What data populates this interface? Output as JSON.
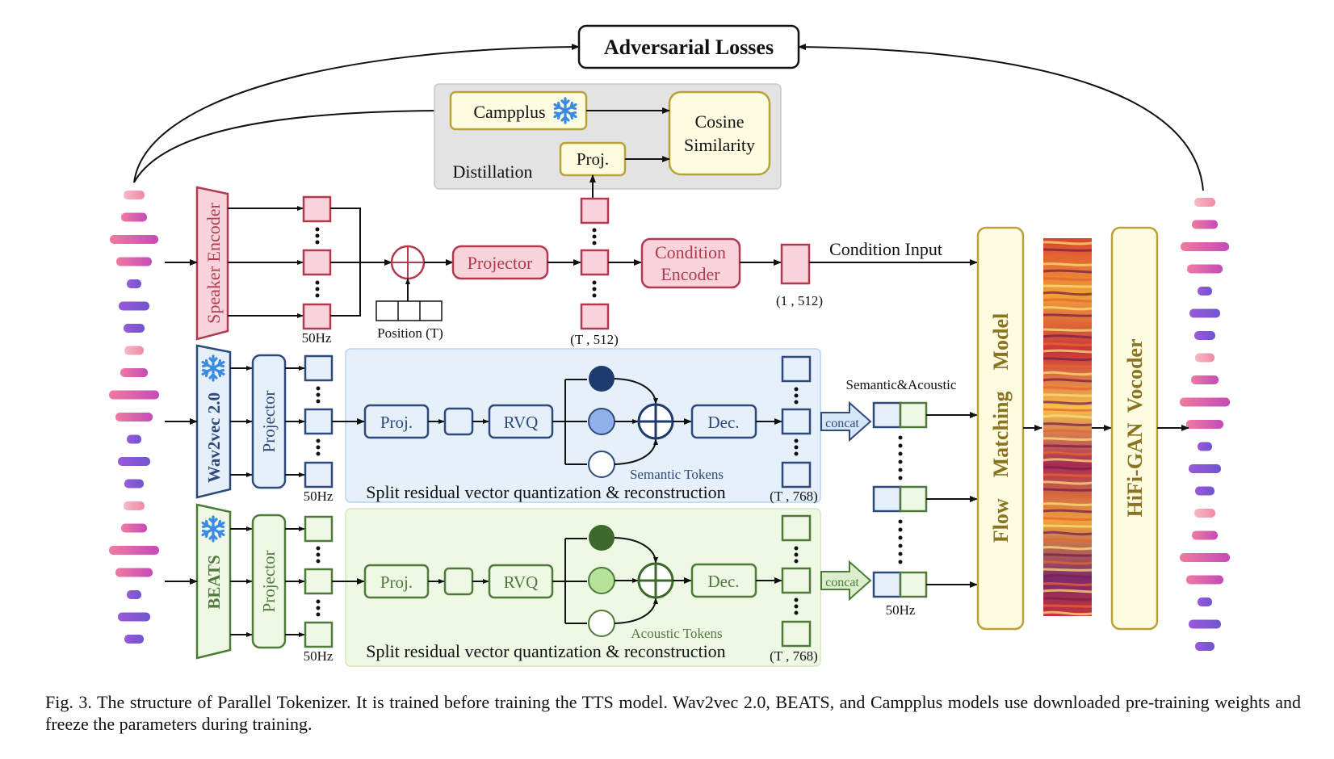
{
  "adversarial_losses": "Adversarial Losses",
  "distillation": {
    "campplus": "Campplus",
    "cosine_similarity_line1": "Cosine",
    "cosine_similarity_line2": "Similarity",
    "proj": "Proj.",
    "label": "Distillation"
  },
  "speaker_branch": {
    "encoder": "Speaker Encoder",
    "rate": "50Hz",
    "position": "Position (T)",
    "projector": "Projector",
    "shape_mid": "(T , 512)",
    "condition_encoder_line1": "Condition",
    "condition_encoder_line2": "Encoder",
    "shape_out": "(1 , 512)",
    "condition_input": "Condition Input"
  },
  "semantic_branch": {
    "encoder": "Wav2vec 2.0",
    "projector": "Projector",
    "rate": "50Hz",
    "proj": "Proj.",
    "rvq": "RVQ",
    "dec": "Dec.",
    "tokens": "Semantic Tokens",
    "caption": "Split residual vector quantization & reconstruction",
    "shape": "(T , 768)",
    "concat": "concat"
  },
  "acoustic_branch": {
    "encoder": "BEATS",
    "projector": "Projector",
    "rate": "50Hz",
    "proj": "Proj.",
    "rvq": "RVQ",
    "dec": "Dec.",
    "tokens": "Acoustic Tokens",
    "caption": "Split residual vector quantization & reconstruction",
    "shape": "(T , 768)",
    "concat": "concat"
  },
  "merge": {
    "label": "Semantic&Acoustic",
    "rate": "50Hz"
  },
  "flow_matching": "Flow    Matching    Model",
  "vocoder": "HiFi-GAN  Vocoder",
  "caption": "Fig. 3.  The structure of Parallel Tokenizer. It is trained before training the TTS model. Wav2vec 2.0, BEATS, and Campplus models use downloaded pre-training weights and freeze the parameters during training.",
  "colors": {
    "speaker": "#b03a4e",
    "speaker_fill": "#f9d3dc",
    "semantic": "#2d4a7a",
    "semantic_fill": "#e6f0fb",
    "semantic_token_dark": "#1f3a6e",
    "semantic_token_mid": "#8fb0e8",
    "acoustic": "#4e7a3a",
    "acoustic_fill": "#eef8e4",
    "acoustic_token_dark": "#3d6a2a",
    "acoustic_token_mid": "#b7e29a",
    "yellow_fill": "#fefce0",
    "yellow_stroke": "#b8a23a",
    "snowflake": "#3b8be0"
  }
}
